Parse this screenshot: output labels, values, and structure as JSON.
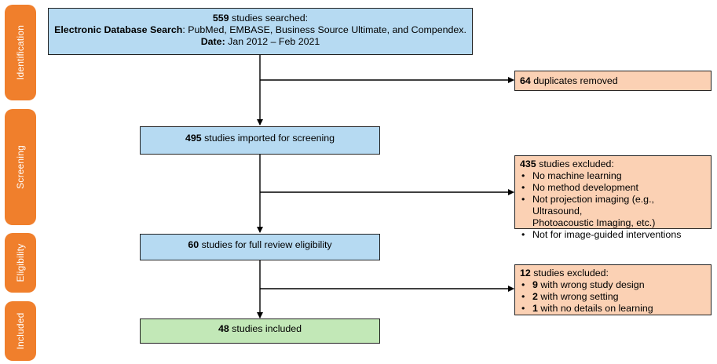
{
  "stages": {
    "identification": "Identification",
    "screening": "Screening",
    "eligibility": "Eligibility",
    "included": "Included"
  },
  "search_box": {
    "count": "559",
    "count_suffix": " studies searched:",
    "db_label": "Electronic Database Search",
    "db_text": ": PubMed, EMBASE, Business Source Ultimate, and Compendex.",
    "date_label": "Date:",
    "date_text": " Jan 2012 – Feb 2021"
  },
  "duplicates_box": {
    "count": "64",
    "text": " duplicates removed"
  },
  "screening_box": {
    "count": "495",
    "text": " studies imported for screening"
  },
  "screen_excluded_box": {
    "count": "435",
    "text": " studies excluded:",
    "items": [
      "No machine learning",
      "No method development",
      "Not projection imaging (e.g., Ultrasound,",
      "Photoacoustic Imaging, etc.)",
      "Not for image-guided interventions"
    ]
  },
  "eligibility_box": {
    "count": "60",
    "text": " studies for full review eligibility"
  },
  "elig_excluded_box": {
    "count": "12",
    "text": " studies excluded:",
    "items": [
      {
        "count": "9",
        "text": " with wrong study design"
      },
      {
        "count": "2",
        "text": " with wrong setting"
      },
      {
        "count": "1",
        "text": " with no details on learning"
      }
    ]
  },
  "included_box": {
    "count": "48",
    "text": " studies included"
  },
  "colors": {
    "stage": "#f07f2c",
    "flow_box": "#b6daf2",
    "excluded_box": "#fbd1b4",
    "included_box": "#c2e8b7"
  }
}
